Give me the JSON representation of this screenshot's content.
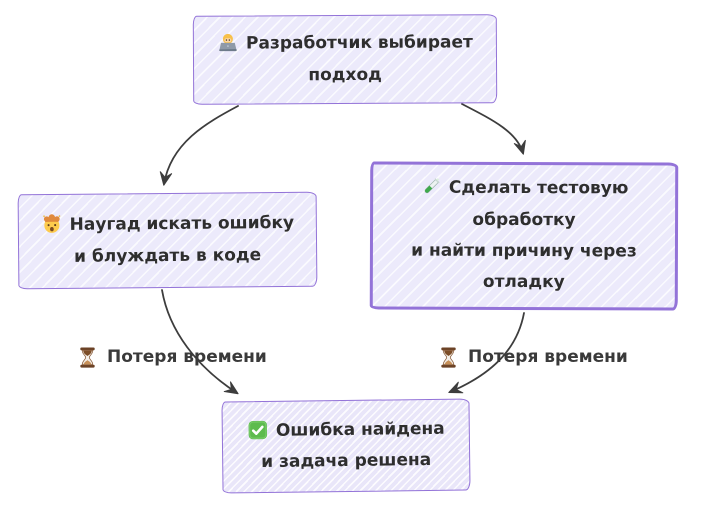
{
  "diagram": {
    "type": "flowchart",
    "style": "hand-drawn",
    "nodes": {
      "developer": {
        "icon": "technologist-icon",
        "lines": [
          "Разработчик выбирает",
          "подход"
        ]
      },
      "guess": {
        "icon": "exploding-head-icon",
        "lines": [
          "Наугад искать ошибку",
          "и блуждать в коде"
        ]
      },
      "test": {
        "icon": "test-tube-icon",
        "lines": [
          "Сделать тестовую",
          "обработку",
          "и найти причину через",
          "отладку"
        ]
      },
      "solved": {
        "icon": "check-mark-icon",
        "lines": [
          "Ошибка найдена",
          "и задача решена"
        ]
      }
    },
    "edge_labels": {
      "left": {
        "icon": "hourglass-icon",
        "text": "Потеря времени"
      },
      "right": {
        "icon": "hourglass-icon",
        "text": "Потеря времени"
      }
    },
    "edges": [
      {
        "from": "developer",
        "to": "guess"
      },
      {
        "from": "developer",
        "to": "test"
      },
      {
        "from": "guess",
        "to": "solved",
        "label": "Потеря времени"
      },
      {
        "from": "test",
        "to": "solved",
        "label": "Потеря времени"
      }
    ],
    "colors": {
      "node_fill": "#ECEAFB",
      "node_border": "#9373D8",
      "arrow": "#3D3D3D",
      "text": "#2E2E2E",
      "check_green": "#5DBB4E",
      "test_tube_green": "#3FA94C",
      "hourglass_brown": "#6B4226"
    }
  }
}
